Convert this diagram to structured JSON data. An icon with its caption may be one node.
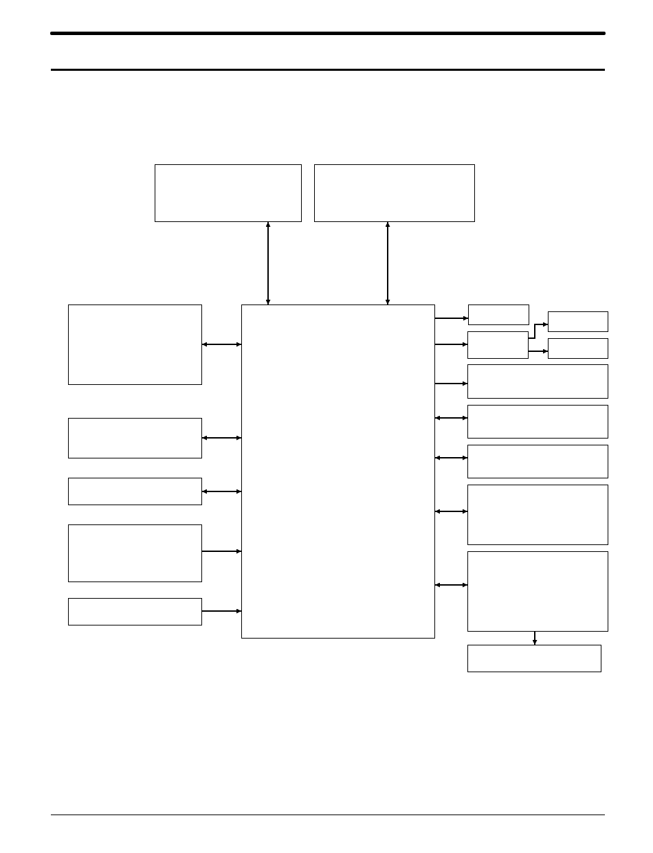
{
  "diagram": {
    "nodes": [
      {
        "text": [],
        "shape": "box"
      },
      {
        "text": [],
        "shape": "box"
      },
      {
        "text": [],
        "shape": "box"
      },
      {
        "text": [],
        "shape": "box"
      },
      {
        "text": [],
        "shape": "box"
      },
      {
        "text": [],
        "shape": "box"
      },
      {
        "text": [],
        "shape": "box"
      },
      {
        "text": [],
        "shape": "box"
      },
      {
        "text": [],
        "shape": "box"
      },
      {
        "text": [],
        "shape": "box"
      },
      {
        "text": [],
        "shape": "box"
      },
      {
        "text": [],
        "shape": "box"
      },
      {
        "text": [],
        "shape": "box"
      },
      {
        "text": [],
        "shape": "box"
      },
      {
        "text": [],
        "shape": "box"
      },
      {
        "text": [],
        "shape": "box"
      },
      {
        "text": [],
        "shape": "box"
      },
      {
        "text": [],
        "shape": "box"
      }
    ],
    "edges": [
      {
        "from": 0,
        "to": 7,
        "arrow": "both"
      },
      {
        "from": 1,
        "to": 7,
        "arrow": "both"
      },
      {
        "from": 2,
        "to": 7,
        "arrow": "both"
      },
      {
        "from": 3,
        "to": 7,
        "arrow": "both"
      },
      {
        "from": 4,
        "to": 7,
        "arrow": "both"
      },
      {
        "from": 5,
        "to": 7,
        "arrow": "to"
      },
      {
        "from": 6,
        "to": 7,
        "arrow": "to"
      },
      {
        "from": 7,
        "to": 8,
        "arrow": "to"
      },
      {
        "from": 7,
        "to": 9,
        "arrow": "to"
      },
      {
        "from": 9,
        "to": 10,
        "arrow": "to"
      },
      {
        "from": 9,
        "to": 11,
        "arrow": "to"
      },
      {
        "from": 7,
        "to": 12,
        "arrow": "to"
      },
      {
        "from": 7,
        "to": 13,
        "arrow": "both"
      },
      {
        "from": 7,
        "to": 14,
        "arrow": "both"
      },
      {
        "from": 7,
        "to": 15,
        "arrow": "both"
      },
      {
        "from": 7,
        "to": 16,
        "arrow": "both"
      },
      {
        "from": 16,
        "to": 17,
        "arrow": "to"
      }
    ]
  }
}
